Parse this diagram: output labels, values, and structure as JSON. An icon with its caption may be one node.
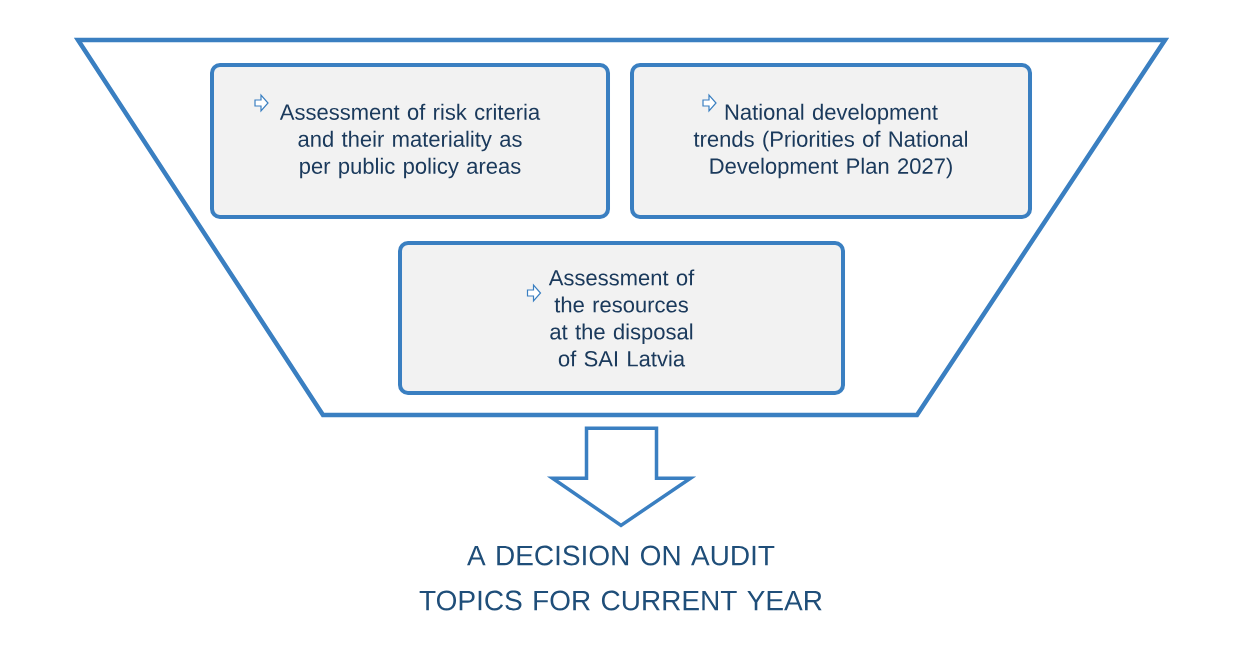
{
  "diagram": {
    "nodes": [
      {
        "text": [],
        "shape": "trapezoid"
      },
      {
        "text": [
          "Assessment of risk criteria and their materiality as per public policy areas"
        ],
        "in": 0
      },
      {
        "text": [
          "National development trends (Priorities of National Development Plan 2027)"
        ],
        "in": 0
      },
      {
        "text": [
          "Assessment of the resources at the disposal of SAI Latvia"
        ],
        "in": 0
      },
      {
        "text": [
          "A DECISION ON AUDIT TOPICS FOR CURRENT YEAR"
        ]
      }
    ],
    "edges": [
      {
        "from": 0,
        "to": 4,
        "arrow": "to"
      }
    ]
  }
}
